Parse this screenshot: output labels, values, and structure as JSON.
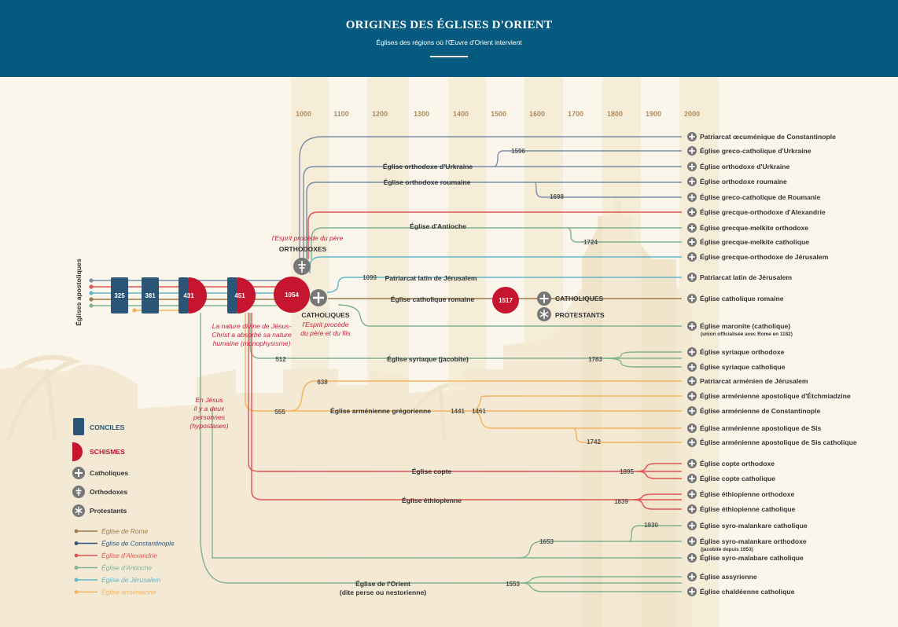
{
  "header": {
    "title": "ORIGINES DES ÉGLISES D'ORIENT",
    "subtitle": "Églises des régions où l'Œuvre d'Orient intervient"
  },
  "colors": {
    "header_bg": "#075a7f",
    "constantinople": "#2d5577",
    "rome": "#9c7a4b",
    "alexandrie": "#e05454",
    "antioche": "#7fb28f",
    "jerusalem": "#5fb7c9",
    "armenie": "#f2b35e",
    "concile": "#2a5577",
    "schisme": "#c5152f"
  },
  "timeline": [
    "1000",
    "1100",
    "1200",
    "1300",
    "1400",
    "1500",
    "1600",
    "1700",
    "1800",
    "1900",
    "2000"
  ],
  "root_label": "Églises apostoliques",
  "councils": [
    "325",
    "381",
    "431",
    "451"
  ],
  "schism_1054": "1054",
  "schism_1517": "1517",
  "symbols": {
    "orthodoxes": "ORTHODOXES",
    "catholiques": "CATHOLIQUES",
    "protestants": "PROTESTANTS"
  },
  "notes": {
    "filioque": "l'Esprit procède du père",
    "filioque_cath_1": "l'Esprit procède",
    "filioque_cath_2": "du père et du fils",
    "mono_1": "La nature divine de Jésus-",
    "mono_2": "Christ a absorbé sa nature",
    "mono_3": "humaine (monophysisme)",
    "nest_1": "En Jésus",
    "nest_2": "il y a deux",
    "nest_3": "personnes",
    "nest_4": "(hypostases)"
  },
  "branch_labels": {
    "ukraine": "Église orthodoxe d'Urkraine",
    "roumaine": "Église orthodoxe roumaine",
    "antioche": "Église d'Antioche",
    "jerusalem_latin": "Patriarcat latin de Jérusalem",
    "catholique_romaine": "Église catholique romaine",
    "syriaque": "Église syriaque (jacobite)",
    "armenienne": "Église arménienne grégorienne",
    "copte": "Église copte",
    "ethiopienne": "Église éthiopienne",
    "orient_1": "Église de l'Orient",
    "orient_2": "(dite perse ou nestorienne)"
  },
  "years": {
    "y1596": "1596",
    "y1698": "1698",
    "y1724": "1724",
    "y1099": "1099",
    "y512": "512",
    "y1783": "1783",
    "y638": "638",
    "y555": "555",
    "y1441": "1441",
    "y1461": "1461",
    "y1742": "1742",
    "y1895": "1895",
    "y1839": "1839",
    "y1930": "1930",
    "y1653": "1653",
    "y1553": "1553"
  },
  "churches": [
    {
      "label": "Patriarcat œcuménique de Constantinople"
    },
    {
      "label": "Église greco-catholique d'Urkraine"
    },
    {
      "label": "Église orthodoxe d'Urkraine"
    },
    {
      "label": "Église orthodoxe roumaine"
    },
    {
      "label": "Église greco-catholique de Roumanie"
    },
    {
      "label": "Église grecque-orthodoxe d'Alexandrie"
    },
    {
      "label": "Église grecque-melkite orthodoxe"
    },
    {
      "label": "Église grecque-melkite catholique"
    },
    {
      "label": "Église grecque-orthodoxe de Jérusalem"
    },
    {
      "label": "Patriarcat latin de Jérusalem"
    },
    {
      "label": "Église catholique romaine"
    },
    {
      "label": "Église maronite (catholique)",
      "sub": "(union officialisée avec Rome en 1182)"
    },
    {
      "label": "Église syriaque orthodoxe"
    },
    {
      "label": "Église syriaque catholique"
    },
    {
      "label": "Patriarcat arménien de Jérusalem"
    },
    {
      "label": "Église arménienne apostolique d'Étchmiadzine"
    },
    {
      "label": "Église arménienne de Constantinople"
    },
    {
      "label": "Église arménienne apostolique de Sis"
    },
    {
      "label": "Église arménienne apostolique de Sis catholique"
    },
    {
      "label": "Église copte orthodoxe"
    },
    {
      "label": "Église copte catholique"
    },
    {
      "label": "Église éthiopienne orthodoxe"
    },
    {
      "label": "Église éthiopienne catholique"
    },
    {
      "label": "Église syro-malankare catholique"
    },
    {
      "label": "Église syro-malankare orthodoxe",
      "sub": "(jacobite depuis 1653)"
    },
    {
      "label": "Église syro-malabare catholique"
    },
    {
      "label": "Église assyrienne"
    },
    {
      "label": "Église chaldéenne catholique"
    }
  ],
  "legend": {
    "conciles": "CONCILES",
    "schismes": "SCHISMES",
    "catholiques": "Catholiques",
    "orthodoxes": "Orthodoxes",
    "protestants": "Protestants",
    "lines": [
      {
        "label": "Église de Rome",
        "color": "#9c7a4b"
      },
      {
        "label": "Église de Constantinople",
        "color": "#2d5577"
      },
      {
        "label": "Église d'Alexandrie",
        "color": "#e05454"
      },
      {
        "label": "Église d'Antioche",
        "color": "#7fb28f"
      },
      {
        "label": "Église de Jérusalem",
        "color": "#5fb7c9"
      },
      {
        "label": "Église arménienne",
        "color": "#f2b35e"
      }
    ]
  }
}
